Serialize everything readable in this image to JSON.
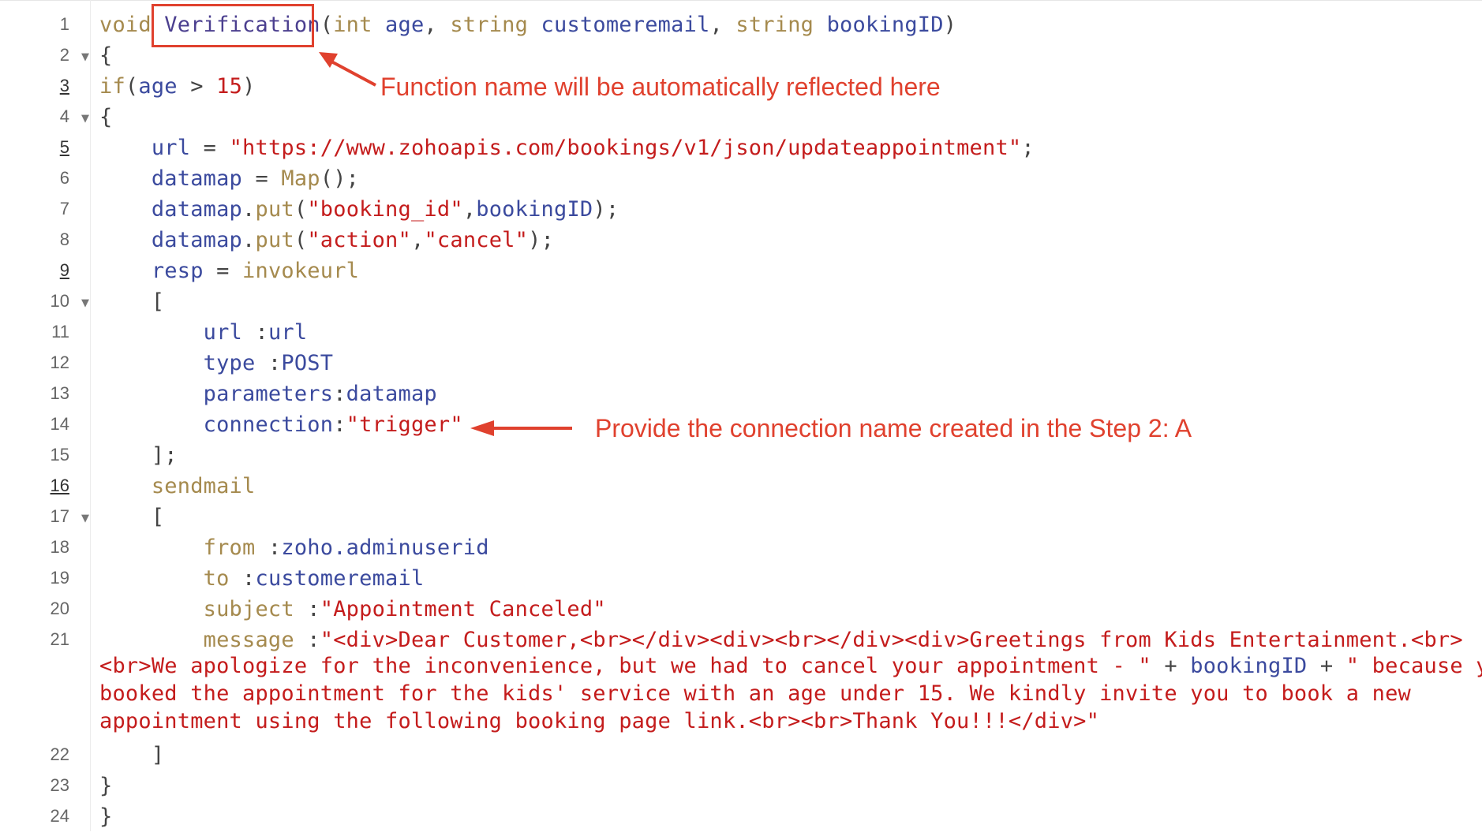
{
  "editor": {
    "lines": [
      {
        "num": "1",
        "tokens": [
          {
            "t": "void ",
            "c": "kw"
          },
          {
            "t": "Verification",
            "c": "fn"
          },
          {
            "t": "(",
            "c": "pn"
          },
          {
            "t": "int ",
            "c": "kw"
          },
          {
            "t": "age",
            "c": "id"
          },
          {
            "t": ", ",
            "c": "pn"
          },
          {
            "t": "string ",
            "c": "kw"
          },
          {
            "t": "customeremail",
            "c": "id"
          },
          {
            "t": ", ",
            "c": "pn"
          },
          {
            "t": "string ",
            "c": "kw"
          },
          {
            "t": "bookingID",
            "c": "id"
          },
          {
            "t": ")",
            "c": "pn"
          }
        ]
      },
      {
        "num": "2",
        "fold": true,
        "tokens": [
          {
            "t": "{",
            "c": "pn"
          }
        ]
      },
      {
        "num": "3",
        "u": true,
        "tokens": [
          {
            "t": "if",
            "c": "kw"
          },
          {
            "t": "(",
            "c": "pn"
          },
          {
            "t": "age",
            "c": "id"
          },
          {
            "t": " > ",
            "c": "pn"
          },
          {
            "t": "15",
            "c": "num"
          },
          {
            "t": ")",
            "c": "pn"
          }
        ]
      },
      {
        "num": "4",
        "fold": true,
        "tokens": [
          {
            "t": "{",
            "c": "pn"
          }
        ]
      },
      {
        "num": "5",
        "u": true,
        "tokens": [
          {
            "t": "    url",
            "c": "id"
          },
          {
            "t": " = ",
            "c": "pn"
          },
          {
            "t": "\"https://www.zohoapis.com/bookings/v1/json/updateappointment\"",
            "c": "str"
          },
          {
            "t": ";",
            "c": "pn"
          }
        ]
      },
      {
        "num": "6",
        "tokens": [
          {
            "t": "    datamap",
            "c": "id"
          },
          {
            "t": " = ",
            "c": "pn"
          },
          {
            "t": "Map",
            "c": "kw"
          },
          {
            "t": "();",
            "c": "pn"
          }
        ]
      },
      {
        "num": "7",
        "tokens": [
          {
            "t": "    datamap",
            "c": "id"
          },
          {
            "t": ".",
            "c": "pn"
          },
          {
            "t": "put",
            "c": "kw"
          },
          {
            "t": "(",
            "c": "pn"
          },
          {
            "t": "\"booking_id\"",
            "c": "str"
          },
          {
            "t": ",",
            "c": "pn"
          },
          {
            "t": "bookingID",
            "c": "id"
          },
          {
            "t": ");",
            "c": "pn"
          }
        ]
      },
      {
        "num": "8",
        "tokens": [
          {
            "t": "    datamap",
            "c": "id"
          },
          {
            "t": ".",
            "c": "pn"
          },
          {
            "t": "put",
            "c": "kw"
          },
          {
            "t": "(",
            "c": "pn"
          },
          {
            "t": "\"action\"",
            "c": "str"
          },
          {
            "t": ",",
            "c": "pn"
          },
          {
            "t": "\"cancel\"",
            "c": "str"
          },
          {
            "t": ");",
            "c": "pn"
          }
        ]
      },
      {
        "num": "9",
        "u": true,
        "tokens": [
          {
            "t": "    resp",
            "c": "id"
          },
          {
            "t": " = ",
            "c": "pn"
          },
          {
            "t": "invokeurl",
            "c": "kw"
          }
        ]
      },
      {
        "num": "10",
        "fold": true,
        "tokens": [
          {
            "t": "    [",
            "c": "pn"
          }
        ]
      },
      {
        "num": "11",
        "tokens": [
          {
            "t": "        url ",
            "c": "id"
          },
          {
            "t": ":",
            "c": "pn"
          },
          {
            "t": "url",
            "c": "id"
          }
        ]
      },
      {
        "num": "12",
        "tokens": [
          {
            "t": "        type ",
            "c": "id"
          },
          {
            "t": ":",
            "c": "pn"
          },
          {
            "t": "POST",
            "c": "id"
          }
        ]
      },
      {
        "num": "13",
        "tokens": [
          {
            "t": "        parameters",
            "c": "id"
          },
          {
            "t": ":",
            "c": "pn"
          },
          {
            "t": "datamap",
            "c": "id"
          }
        ]
      },
      {
        "num": "14",
        "tokens": [
          {
            "t": "        connection",
            "c": "id"
          },
          {
            "t": ":",
            "c": "pn"
          },
          {
            "t": "\"trigger\"",
            "c": "str"
          }
        ]
      },
      {
        "num": "15",
        "tokens": [
          {
            "t": "    ];",
            "c": "pn"
          }
        ]
      },
      {
        "num": "16",
        "u": true,
        "tokens": [
          {
            "t": "    sendmail",
            "c": "kw"
          }
        ]
      },
      {
        "num": "17",
        "fold": true,
        "tokens": [
          {
            "t": "    [",
            "c": "pn"
          }
        ]
      },
      {
        "num": "18",
        "tokens": [
          {
            "t": "        from ",
            "c": "kw"
          },
          {
            "t": ":",
            "c": "pn"
          },
          {
            "t": "zoho.adminuserid",
            "c": "id"
          }
        ]
      },
      {
        "num": "19",
        "tokens": [
          {
            "t": "        to ",
            "c": "kw"
          },
          {
            "t": ":",
            "c": "pn"
          },
          {
            "t": "customeremail",
            "c": "id"
          }
        ]
      },
      {
        "num": "20",
        "tokens": [
          {
            "t": "        subject ",
            "c": "kw"
          },
          {
            "t": ":",
            "c": "pn"
          },
          {
            "t": "\"Appointment Canceled\"",
            "c": "str"
          }
        ]
      },
      {
        "num": "21",
        "tokens": [
          {
            "t": "        message ",
            "c": "kw"
          },
          {
            "t": ":",
            "c": "pn"
          },
          {
            "t": "\"<div>Dear Customer,<br></div><div><br></div><div>Greetings from Kids Entertainment.<br>",
            "c": "str"
          }
        ]
      },
      {
        "num": "",
        "tokens": [
          {
            "t": "<br>We apologize for the inconvenience, but we had to cancel your appointment - \" ",
            "c": "str"
          },
          {
            "t": "+ ",
            "c": "pn"
          },
          {
            "t": "bookingID",
            "c": "id"
          },
          {
            "t": " + ",
            "c": "pn"
          },
          {
            "t": "\" because you",
            "c": "str"
          }
        ]
      },
      {
        "num": "",
        "tokens": [
          {
            "t": "booked the appointment for the kids' service with an age under 15. We kindly invite you to book a new",
            "c": "str"
          }
        ]
      },
      {
        "num": "",
        "tokens": [
          {
            "t": "appointment using the following booking page link.<br><br>Thank You!!!</div>\"",
            "c": "str"
          }
        ]
      },
      {
        "num": "22",
        "tokens": [
          {
            "t": "    ]",
            "c": "pn"
          }
        ]
      },
      {
        "num": "23",
        "tokens": [
          {
            "t": "}",
            "c": "pn"
          }
        ]
      },
      {
        "num": "24",
        "tokens": [
          {
            "t": "}",
            "c": "pn"
          }
        ]
      }
    ]
  },
  "annotations": {
    "function_note": "Function name will be automatically reflected here",
    "connection_note": "Provide the connection name created in the Step 2: A"
  },
  "colors": {
    "keyword": "#a58a4e",
    "identifier": "#3b4a9e",
    "string": "#c41c1c",
    "annotation": "#e0412e"
  }
}
